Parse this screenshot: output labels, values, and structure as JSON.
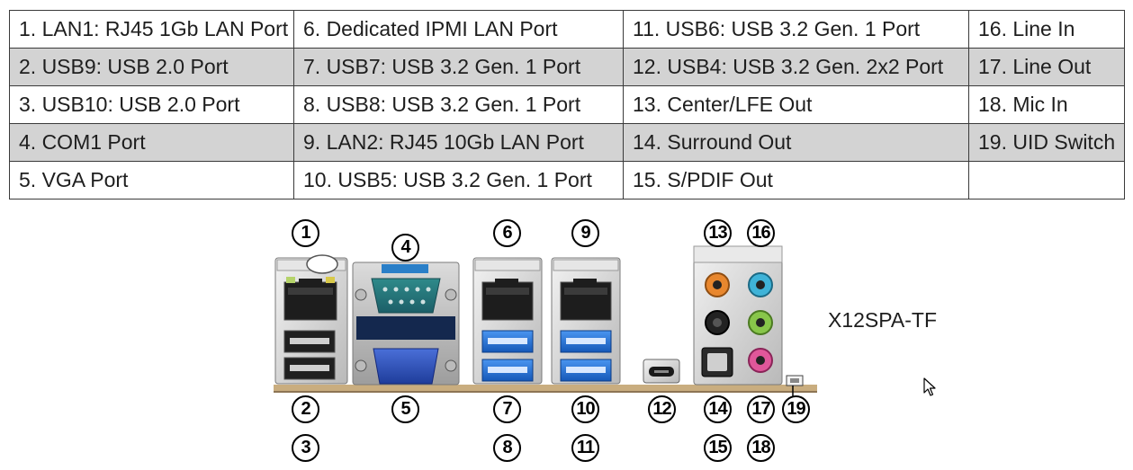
{
  "legend": {
    "rows": [
      [
        "1. LAN1: RJ45 1Gb LAN Port",
        "6. Dedicated IPMI LAN Port",
        "11. USB6: USB 3.2 Gen. 1 Port",
        "16. Line In"
      ],
      [
        "2. USB9: USB 2.0 Port",
        "7. USB7: USB 3.2 Gen. 1 Port",
        "12. USB4: USB 3.2 Gen. 2x2 Port",
        "17. Line Out"
      ],
      [
        "3. USB10: USB 2.0 Port",
        "8. USB8: USB 3.2 Gen. 1 Port",
        "13. Center/LFE Out",
        "18. Mic In"
      ],
      [
        "4. COM1 Port",
        "9. LAN2: RJ45 10Gb LAN Port",
        "14. Surround Out",
        "19. UID Switch"
      ],
      [
        "5. VGA Port",
        "10. USB5: USB 3.2 Gen. 1 Port",
        "15. S/PDIF Out",
        ""
      ]
    ]
  },
  "model": "X12SPA-TF",
  "callouts": [
    "1",
    "2",
    "3",
    "4",
    "5",
    "6",
    "7",
    "8",
    "9",
    "10",
    "11",
    "12",
    "13",
    "14",
    "15",
    "16",
    "17",
    "18",
    "19"
  ],
  "colors": {
    "row_shade": "#d3d3d3",
    "board_edge": "#c9ad7f",
    "serial_blue": "#2a7fc8",
    "audio_orange": "#e8872e",
    "audio_blue": "#3fb3d8",
    "audio_green": "#88c64a",
    "audio_pink": "#e0579a",
    "usb3_blue": "#1d6fd6"
  }
}
